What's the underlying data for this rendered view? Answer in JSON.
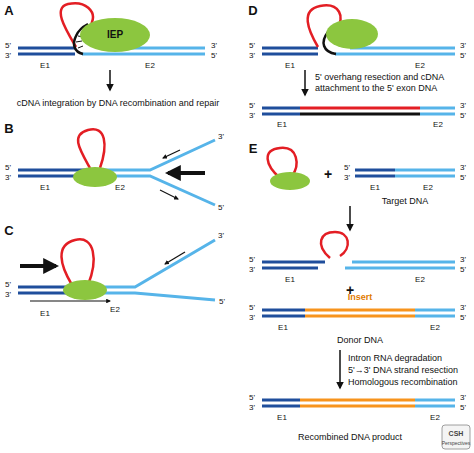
{
  "diagram": {
    "nodes": [
      {
        "text": [
          "IEP"
        ]
      },
      {
        "text": [
          "Insert"
        ]
      }
    ],
    "labels": [
      "A",
      "5'",
      "3'",
      "3'",
      "5'",
      "E1",
      "E2",
      "cDNA integration by DNA recombination and repair",
      "B",
      "5'",
      "3'",
      "E1",
      "E2",
      "3'",
      "5'",
      "C",
      "5'",
      "3'",
      "E1",
      "E2",
      "3'",
      "5'",
      "D",
      "5'",
      "3'",
      "3'",
      "5'",
      "E1",
      "E2",
      "5' overhang resection and cDNA attachment to the 5' exon DNA",
      "5'",
      "3'",
      "3'",
      "5'",
      "E1",
      "E2",
      "E",
      "+",
      "5'",
      "3'",
      "3'",
      "5'",
      "E1",
      "E2",
      "Target DNA",
      "5'",
      "3'",
      "3'",
      "5'",
      "E1",
      "E2",
      "+",
      "5'",
      "3'",
      "3'",
      "5'",
      "E1",
      "E2",
      "Donor DNA",
      "Intron RNA degradation",
      "5'→3' DNA strand resection",
      "Homologous recombination",
      "5'",
      "3'",
      "3'",
      "5'",
      "E1",
      "E2",
      "Recombined DNA product",
      "CSH",
      "Perspectives"
    ]
  }
}
